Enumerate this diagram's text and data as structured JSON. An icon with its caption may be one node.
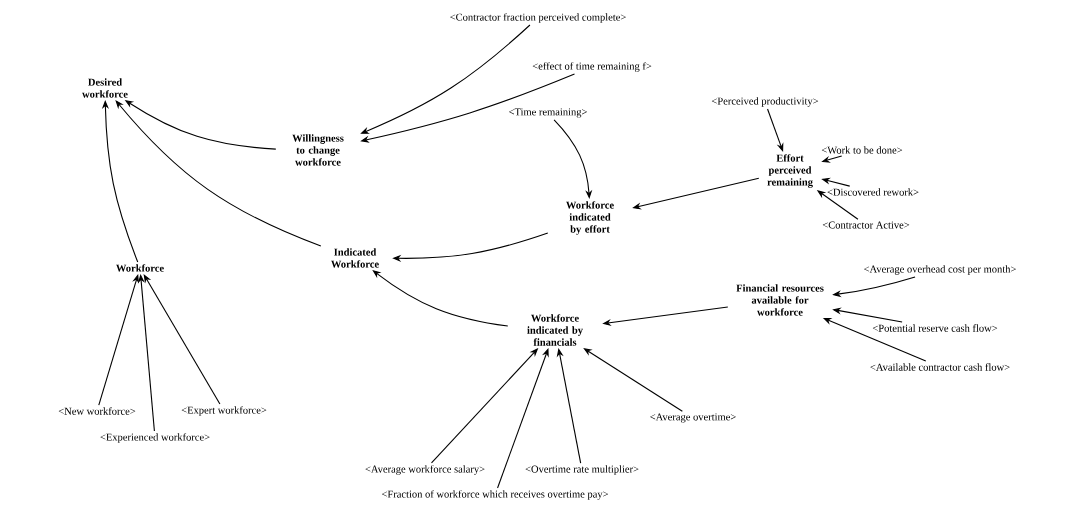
{
  "diagram": {
    "nodes": [
      {
        "text": [
          "Desired workforce"
        ]
      },
      {
        "text": [
          "Willingness to change workforce"
        ]
      },
      {
        "text": [
          "<Contractor fraction perceived complete>"
        ]
      },
      {
        "text": [
          "<effect of time remaining f>"
        ]
      },
      {
        "text": [
          "Indicated Workforce"
        ]
      },
      {
        "text": [
          "Workforce indicated by effort"
        ]
      },
      {
        "text": [
          "<Time remaining>"
        ]
      },
      {
        "text": [
          "Effort perceived remaining"
        ]
      },
      {
        "text": [
          "<Perceived productivity>"
        ]
      },
      {
        "text": [
          "<Work to be done>"
        ]
      },
      {
        "text": [
          "<Discovered rework>"
        ]
      },
      {
        "text": [
          "<Contractor Active>"
        ]
      },
      {
        "text": [
          "Workforce"
        ]
      },
      {
        "text": [
          "<New workforce>"
        ]
      },
      {
        "text": [
          "<Experienced workforce>"
        ]
      },
      {
        "text": [
          "<Expert workforce>"
        ]
      },
      {
        "text": [
          "Workforce indicated by financials"
        ]
      },
      {
        "text": [
          "Financial resources available for workforce"
        ]
      },
      {
        "text": [
          "<Average overhead cost per month>"
        ]
      },
      {
        "text": [
          "<Potential reserve cash flow>"
        ]
      },
      {
        "text": [
          "<Available contractor cash flow>"
        ]
      },
      {
        "text": [
          "<Average overtime>"
        ]
      },
      {
        "text": [
          "<Average workforce salary>"
        ]
      },
      {
        "text": [
          "<Overtime rate multiplier>"
        ]
      },
      {
        "text": [
          "<Fraction of workforce which receives overtime pay>"
        ]
      }
    ],
    "edges": [
      {
        "from": 1,
        "to": 0,
        "arrow": "to"
      },
      {
        "from": 2,
        "to": 1,
        "arrow": "to"
      },
      {
        "from": 3,
        "to": 1,
        "arrow": "to"
      },
      {
        "from": 4,
        "to": 0,
        "arrow": "to"
      },
      {
        "from": 12,
        "to": 0,
        "arrow": "to"
      },
      {
        "from": 5,
        "to": 4,
        "arrow": "to"
      },
      {
        "from": 6,
        "to": 5,
        "arrow": "to"
      },
      {
        "from": 8,
        "to": 7,
        "arrow": "to"
      },
      {
        "from": 9,
        "to": 7,
        "arrow": "to"
      },
      {
        "from": 10,
        "to": 7,
        "arrow": "to"
      },
      {
        "from": 11,
        "to": 7,
        "arrow": "to"
      },
      {
        "from": 7,
        "to": 5,
        "arrow": "to"
      },
      {
        "from": 13,
        "to": 12,
        "arrow": "to"
      },
      {
        "from": 14,
        "to": 12,
        "arrow": "to"
      },
      {
        "from": 15,
        "to": 12,
        "arrow": "to"
      },
      {
        "from": 16,
        "to": 4,
        "arrow": "to"
      },
      {
        "from": 17,
        "to": 16,
        "arrow": "to"
      },
      {
        "from": 18,
        "to": 17,
        "arrow": "to"
      },
      {
        "from": 19,
        "to": 17,
        "arrow": "to"
      },
      {
        "from": 20,
        "to": 17,
        "arrow": "to"
      },
      {
        "from": 21,
        "to": 16,
        "arrow": "to"
      },
      {
        "from": 22,
        "to": 16,
        "arrow": "to"
      },
      {
        "from": 23,
        "to": 16,
        "arrow": "to"
      },
      {
        "from": 24,
        "to": 16,
        "arrow": "to"
      }
    ]
  }
}
